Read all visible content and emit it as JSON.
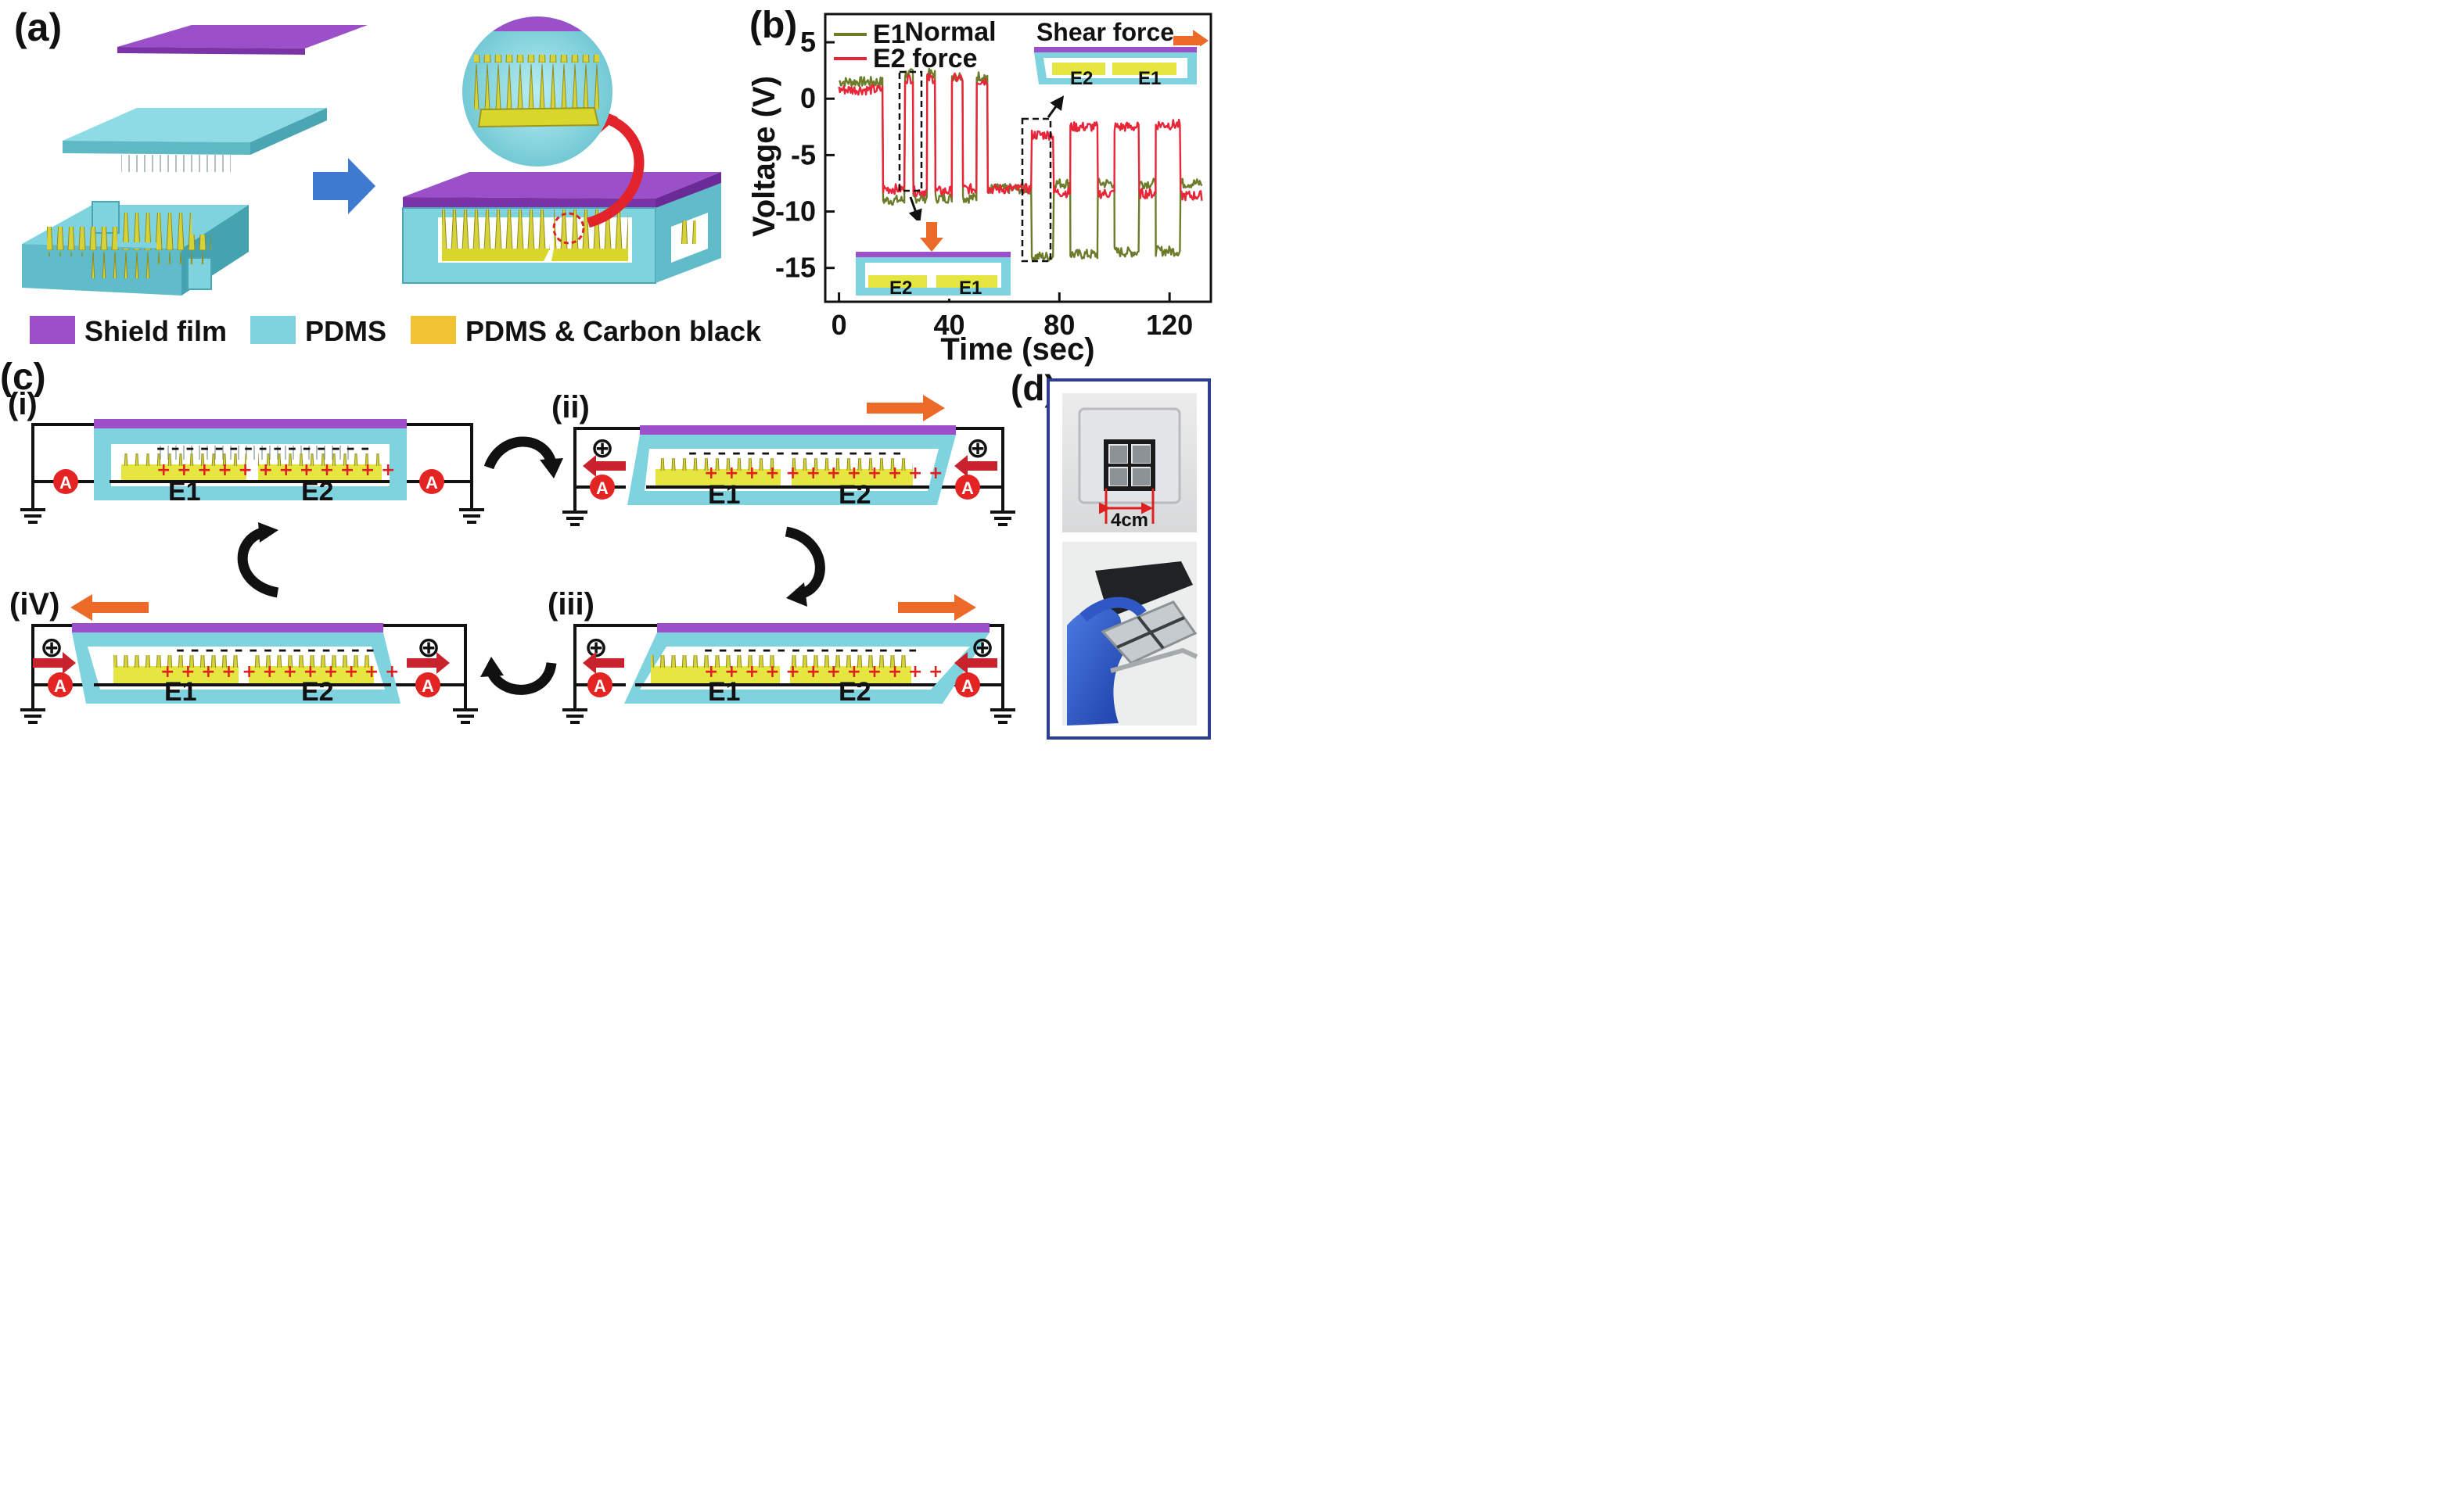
{
  "panels": {
    "a": {
      "label": "(a)",
      "legend": [
        {
          "label": "Shield film",
          "color": "#9b4fc9"
        },
        {
          "label": "PDMS",
          "color": "#7fd3df"
        },
        {
          "label": "PDMS & Carbon black",
          "color": "#f1c232"
        }
      ]
    },
    "b": {
      "label": "(b)",
      "annotations": {
        "normal": "Normal",
        "force": "force",
        "shear": "Shear force",
        "inset_e2": "E2",
        "inset_e1": "E1"
      }
    },
    "c": {
      "label": "(c)",
      "substeps": [
        "(i)",
        "(ii)",
        "(iii)",
        "(iV)"
      ],
      "electrode_1": "E1",
      "electrode_2": "E2",
      "ammeter": "A",
      "plus_symbol": "⊕"
    },
    "d": {
      "label": "(d)",
      "scale": "4cm"
    }
  },
  "colors": {
    "shield": "#9b4fc9",
    "pdms": "#7fd3df",
    "carbon": "#e5e640",
    "carbon_dark": "#c8c81e",
    "e1_line": "#6b7d2a",
    "e2_line": "#e8263a",
    "arrow_orange": "#ec6a28",
    "arrow_red": "#c8232c",
    "arrow_blue": "#3f7ad1",
    "ammeter": "#e42323"
  },
  "chart_data": {
    "type": "line",
    "xlabel": "Time (sec)",
    "ylabel": "Voltage (V)",
    "xlim": [
      -5,
      135
    ],
    "ylim": [
      -18,
      7.5
    ],
    "xticks": [
      0,
      40,
      80,
      120
    ],
    "yticks": [
      5,
      0,
      -5,
      -10,
      -15
    ],
    "grid": false,
    "legend_position": "top-left",
    "segments": [
      {
        "t": [
          0,
          16
        ],
        "e1": 1.5,
        "e2": 0.8
      },
      {
        "t": [
          16,
          24
        ],
        "e1": -9.0,
        "e2": -8.0
      },
      {
        "t": [
          24,
          27
        ],
        "e1": 2.2,
        "e2": 1.8
      },
      {
        "t": [
          27,
          32
        ],
        "e1": -8.8,
        "e2": -8.2
      },
      {
        "t": [
          32,
          35
        ],
        "e1": 2.2,
        "e2": 1.8
      },
      {
        "t": [
          35,
          41
        ],
        "e1": -8.8,
        "e2": -8.2
      },
      {
        "t": [
          41,
          45
        ],
        "e1": 2.0,
        "e2": 1.8
      },
      {
        "t": [
          45,
          50
        ],
        "e1": -8.8,
        "e2": -8.0
      },
      {
        "t": [
          50,
          54
        ],
        "e1": 2.0,
        "e2": 1.6
      },
      {
        "t": [
          54,
          70
        ],
        "e1": -8.0,
        "e2": -8.0
      },
      {
        "t": [
          70,
          78
        ],
        "e1": -14.0,
        "e2": -3.2
      },
      {
        "t": [
          78,
          84
        ],
        "e1": -7.5,
        "e2": -8.3
      },
      {
        "t": [
          84,
          94
        ],
        "e1": -13.8,
        "e2": -2.5
      },
      {
        "t": [
          94,
          100
        ],
        "e1": -7.5,
        "e2": -8.4
      },
      {
        "t": [
          100,
          109
        ],
        "e1": -13.6,
        "e2": -2.5
      },
      {
        "t": [
          109,
          115
        ],
        "e1": -7.5,
        "e2": -8.4
      },
      {
        "t": [
          115,
          124
        ],
        "e1": -13.5,
        "e2": -2.3
      },
      {
        "t": [
          124,
          132
        ],
        "e1": -7.5,
        "e2": -8.6
      }
    ],
    "series": [
      {
        "name": "E1",
        "color": "#6b7d2a"
      },
      {
        "name": "E2",
        "color": "#e8263a"
      }
    ]
  }
}
